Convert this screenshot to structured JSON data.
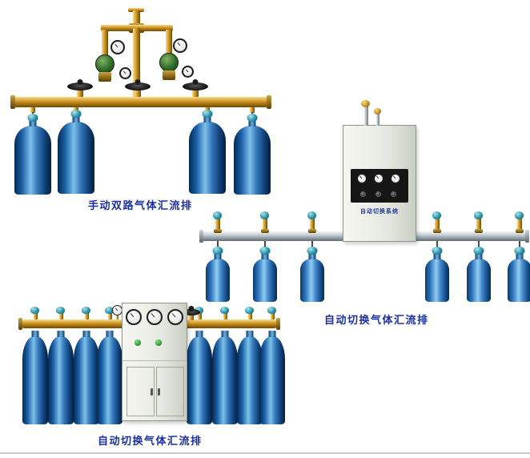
{
  "figures": {
    "manual": {
      "caption": "手动双路气体汇流排"
    },
    "auto_right": {
      "caption": "自动切换气体汇流排",
      "cabinet_label": "自动切换系统"
    },
    "auto_bottom": {
      "caption": "自动切换气体汇流排"
    }
  },
  "colors": {
    "caption_blue": "#1b2fa6",
    "brass_pipe": "#d49a28",
    "silver_pipe": "#aab4ba",
    "cylinder_blue": "#1a5ea6",
    "valve_teal": "#2a93ab",
    "regulator_green": "#2e6b2a",
    "cabinet_panel": "#161616"
  }
}
